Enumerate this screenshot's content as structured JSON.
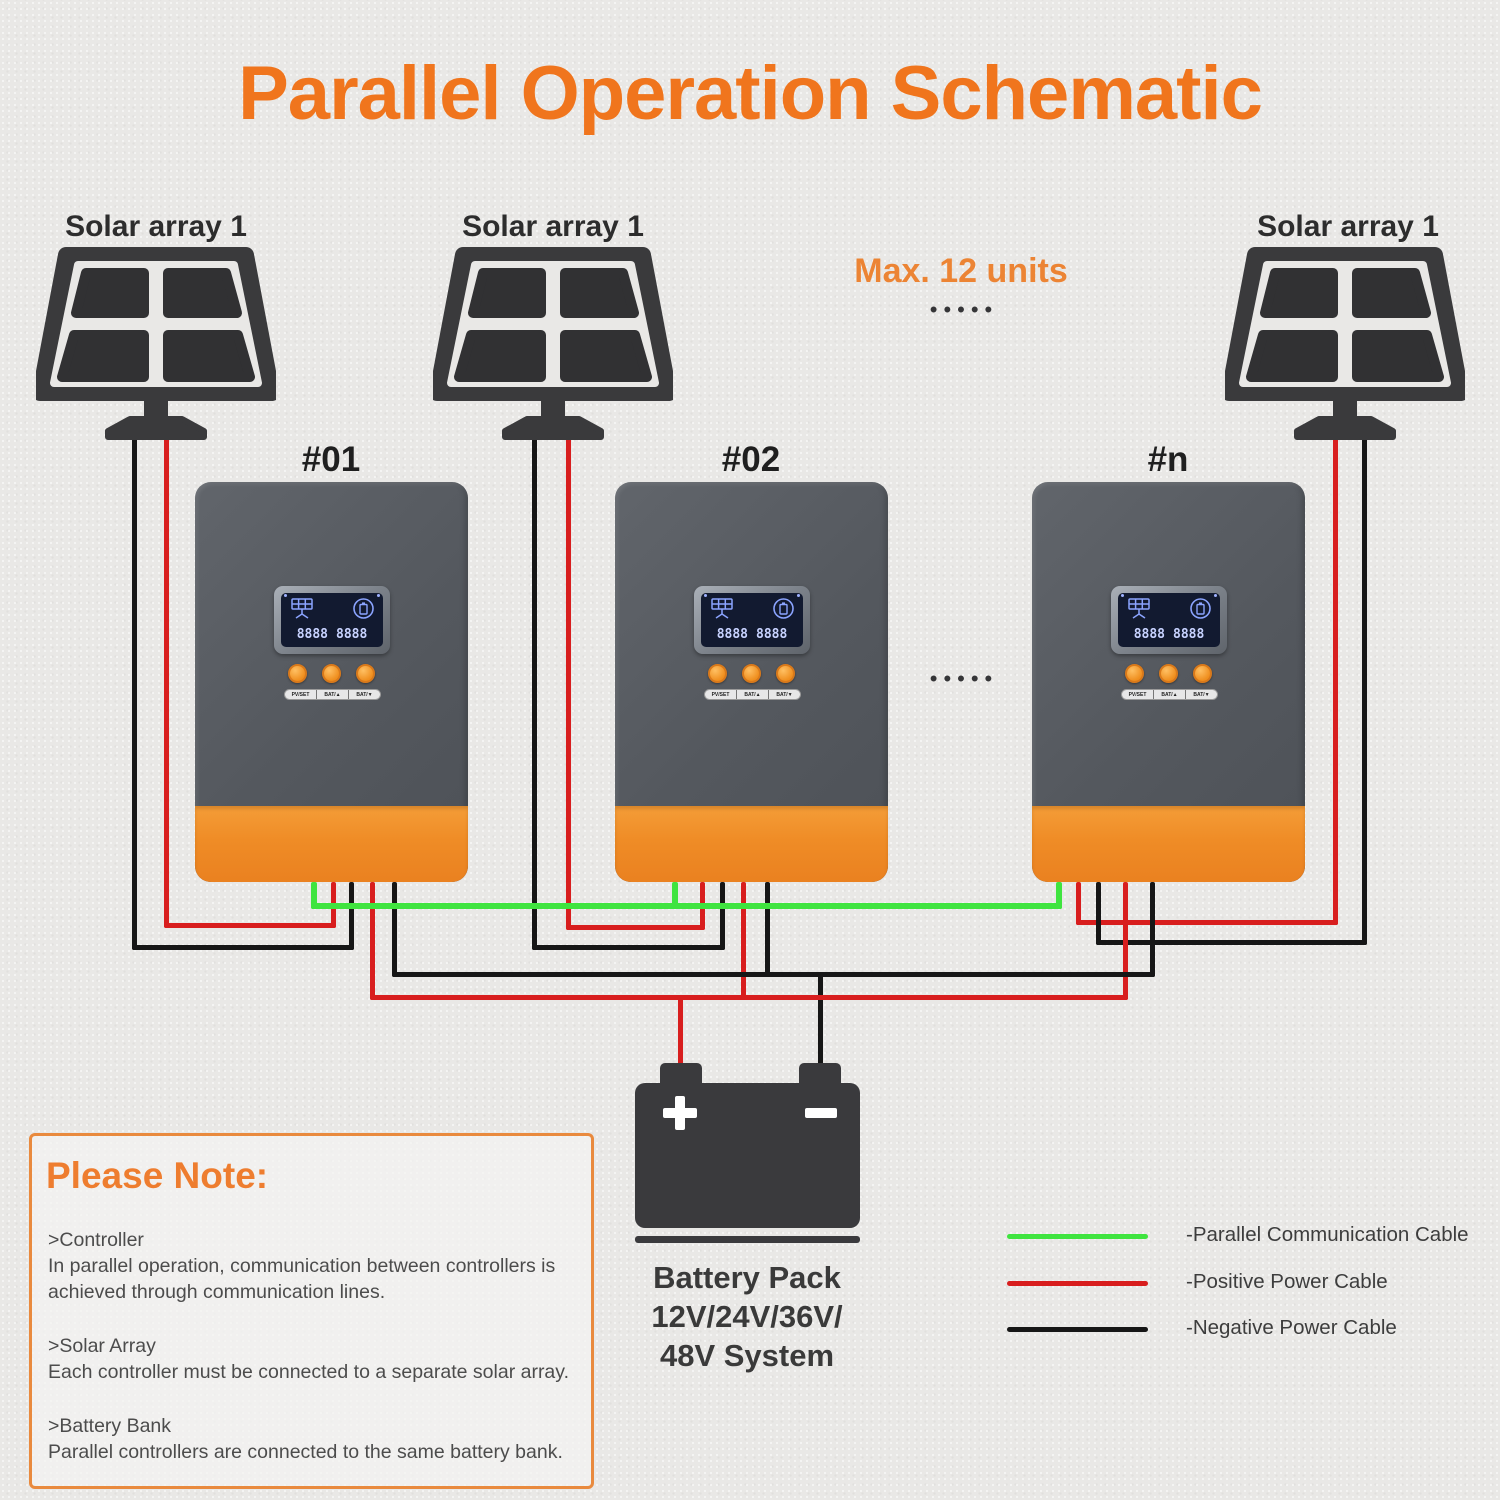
{
  "title": "Parallel Operation Schematic",
  "max_units": {
    "text": "Max. 12 units",
    "dots": "•••••"
  },
  "separator_dots": "•••••",
  "solar_arrays": [
    {
      "label": "Solar array 1"
    },
    {
      "label": "Solar array 1"
    },
    {
      "label": "Solar array 1"
    }
  ],
  "controllers": [
    {
      "id": "#01"
    },
    {
      "id": "#02"
    },
    {
      "id": "#n"
    }
  ],
  "controller_display": {
    "digits": [
      "8888",
      "8888"
    ],
    "buttons": [
      "PV/SET",
      "BAT/▲",
      "BAT/▼"
    ]
  },
  "battery": {
    "plus": "+",
    "minus": "−",
    "label_lines": [
      "Battery Pack",
      "12V/24V/36V/",
      "48V System"
    ]
  },
  "note_box": {
    "title": "Please Note:",
    "sections": [
      {
        "heading": ">Controller",
        "lines": [
          "In parallel operation, communication between controllers is",
          "achieved through communication lines."
        ]
      },
      {
        "heading": ">Solar Array",
        "lines": [
          "Each controller must be connected to a separate solar array."
        ]
      },
      {
        "heading": ">Battery Bank",
        "lines": [
          "Parallel controllers are connected to the same battery bank."
        ]
      }
    ]
  },
  "legend": {
    "items": [
      {
        "name": "parallel-communication-cable",
        "label": "-Parallel Communication Cable",
        "color": "#3fe43f"
      },
      {
        "name": "positive-power-cable",
        "label": "-Positive Power Cable",
        "color": "#d81e1e"
      },
      {
        "name": "negative-power-cable",
        "label": "-Negative Power Cable",
        "color": "#161616"
      }
    ]
  },
  "colors": {
    "accent_orange": "#f0751d",
    "controller_body": "#54585e",
    "controller_band": "#ef8c26",
    "wire_green": "#3fe43f",
    "wire_red": "#d81e1e",
    "wire_black": "#161616",
    "panel_dark": "#3a3a3c"
  }
}
